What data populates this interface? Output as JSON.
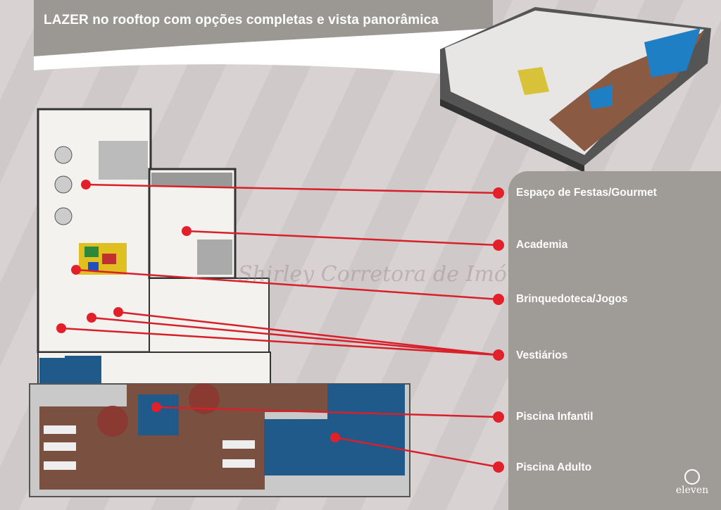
{
  "header": {
    "title": "LAZER no rooftop com opções completas e vista panorâmica"
  },
  "watermark": {
    "text": "Shirley Corretora de Imóveis"
  },
  "legend": [
    {
      "label": "Espaço de Festas/Gourmet"
    },
    {
      "label": "Academia"
    },
    {
      "label": "Brinquedoteca/Jogos"
    },
    {
      "label": "Vestiários"
    },
    {
      "label": "Piscina Infantil"
    },
    {
      "label": "Piscina Adulto"
    }
  ],
  "brand": {
    "name": "eleven"
  },
  "colors": {
    "marker": "#e3202a",
    "panel": "#9f9b97",
    "pool": "#1f5a8a",
    "deck": "#7a5040"
  }
}
